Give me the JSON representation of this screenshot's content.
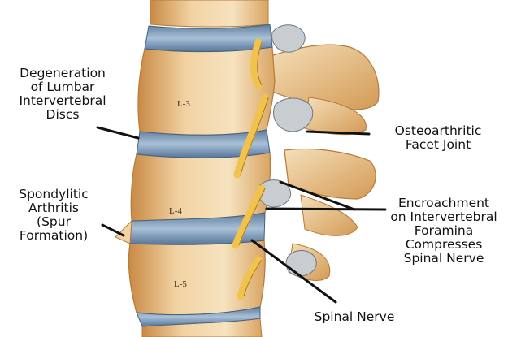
{
  "colors": {
    "bone_light": "#f4dcb2",
    "bone_mid": "#e8b977",
    "bone_dark": "#b9793a",
    "disc": "#7d9ab6",
    "disc_dark": "#4f6e8f",
    "nerve": "#f1c24c",
    "spur": "#c8cdd2",
    "line": "#111111"
  },
  "labels": {
    "degeneration": [
      "Degeneration",
      "of Lumbar",
      "Intervertebral",
      "Discs"
    ],
    "spondylitic": [
      "Spondylitic",
      "Arthritis",
      "(Spur",
      "Formation)"
    ],
    "osteoarthritic": [
      "Osteoarthritic",
      "Facet Joint"
    ],
    "encroachment": [
      "Encroachment",
      "on Intervertebral",
      "Foramina",
      "Compresses",
      "Spinal Nerve"
    ],
    "spinal_nerve": "Spinal Nerve"
  },
  "vertebra_labels": {
    "l3": "L-3",
    "l4": "L-4",
    "l5": "L-5"
  }
}
